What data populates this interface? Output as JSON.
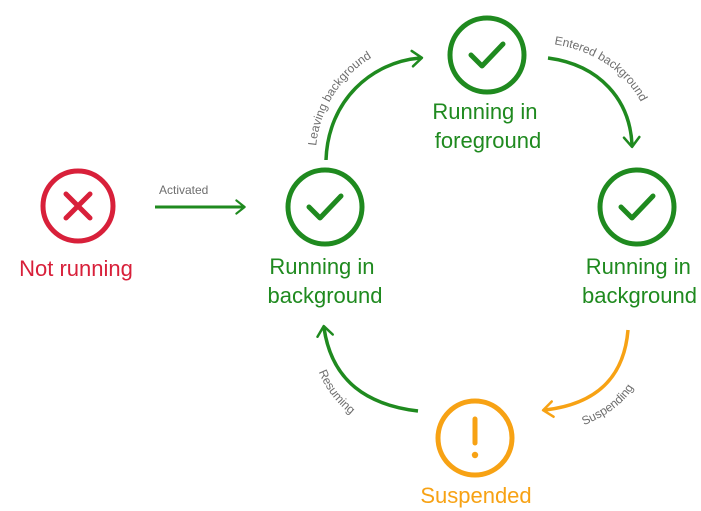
{
  "colors": {
    "running": "#1f8a1f",
    "not_running": "#d8203a",
    "suspended": "#f7a214",
    "edge_label": "#6e6e6e"
  },
  "states": {
    "not_running": {
      "label_lines": [
        "Not running"
      ],
      "icon": "x-icon"
    },
    "running_background_left": {
      "label_lines": [
        "Running in",
        "background"
      ],
      "icon": "checkmark-icon"
    },
    "running_foreground": {
      "label_lines": [
        "Running in",
        "foreground"
      ],
      "icon": "checkmark-icon"
    },
    "running_background_right": {
      "label_lines": [
        "Running in",
        "background"
      ],
      "icon": "checkmark-icon"
    },
    "suspended": {
      "label_lines": [
        "Suspended"
      ],
      "icon": "exclamation-icon"
    }
  },
  "transitions": {
    "activated": "Activated",
    "leaving_background": "Leaving background",
    "entered_background": "Entered background",
    "suspending": "Suspending",
    "resuming": "Resuming"
  }
}
